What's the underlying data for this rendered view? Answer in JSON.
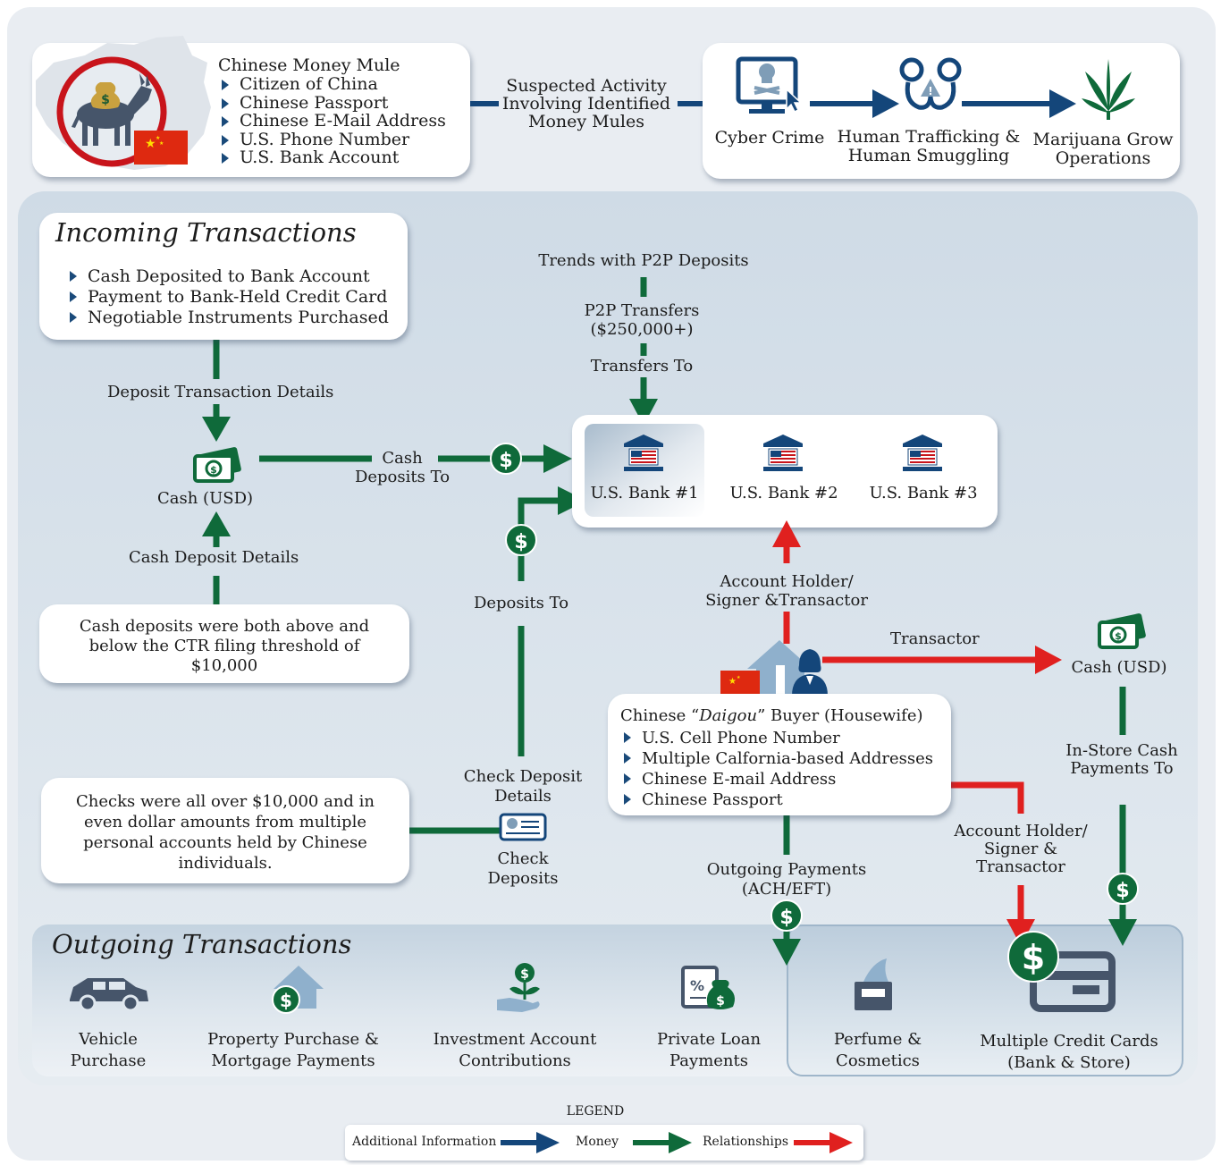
{
  "top": {
    "mule": {
      "title": "Chinese Money Mule",
      "items": [
        "Citizen of China",
        "Chinese Passport",
        "Chinese E-Mail Address",
        "U.S. Phone Number",
        "U.S. Bank Account"
      ]
    },
    "suspected": "Suspected Activity Involving Identified Money Mules",
    "activities": [
      "Cyber Crime",
      "Human Trafficking & Human Smuggling",
      "Marijuana Grow Operations"
    ]
  },
  "incoming": {
    "title": "Incoming Transactions",
    "items": [
      "Cash Deposited to Bank Account",
      "Payment to Bank-Held Credit Card",
      "Negotiable Instruments Purchased"
    ],
    "deposit_details": "Deposit Transaction Details",
    "cash_usd": "Cash (USD)",
    "cash_deposit_details": "Cash Deposit Details",
    "ctr_note": "Cash deposits were both above and below the CTR filing threshold of $10,000",
    "checks_note": "Checks were all over $10,000 and in even dollar amounts from multiple personal accounts held by Chinese individuals.",
    "cash_deposits_to": "Cash Deposits To",
    "deposits_to": "Deposits To",
    "check_deposit_details": "Check Deposit Details",
    "check_deposits": "Check Deposits"
  },
  "p2p": {
    "trends": "Trends with P2P Deposits",
    "transfers": "P2P Transfers ($250,000+)",
    "transfers_to": "Transfers To"
  },
  "banks": [
    "U.S. Bank #1",
    "U.S. Bank #2",
    "U.S. Bank #3"
  ],
  "buyer": {
    "title_pre": "Chinese “",
    "title_em": "Daigou",
    "title_post": "” Buyer (Housewife)",
    "items": [
      "U.S. Cell Phone Number",
      "Multiple Calfornia-based Addresses",
      "Chinese E-mail Address",
      "Chinese Passport"
    ],
    "account_holder": "Account Holder/ Signer &Transactor",
    "transactor": "Transactor",
    "cash_usd": "Cash (USD)",
    "in_store": "In-Store Cash Payments To",
    "account_holder2": "Account Holder/ Signer & Transactor",
    "outgoing_payments": "Outgoing Payments (ACH/EFT)"
  },
  "outgoing": {
    "title": "Outgoing Transactions",
    "items": [
      {
        "label": "Vehicle Purchase",
        "icon": "car-icon"
      },
      {
        "label": "Property Purchase & Mortgage Payments",
        "icon": "house-dollar-icon"
      },
      {
        "label": "Investment Account Contributions",
        "icon": "hand-plant-dollar-icon"
      },
      {
        "label": "Private Loan Payments",
        "icon": "loan-document-icon"
      },
      {
        "label": "Perfume & Cosmetics",
        "icon": "perfume-icon"
      },
      {
        "label": "Multiple Credit Cards (Bank & Store)",
        "icon": "credit-card-icon"
      }
    ]
  },
  "legend": {
    "title": "LEGEND",
    "additional": "Additional Information",
    "money": "Money",
    "relationships": "Relationships"
  },
  "colors": {
    "navy": "#14467a",
    "green": "#0f6a3a",
    "red": "#e0201f"
  }
}
